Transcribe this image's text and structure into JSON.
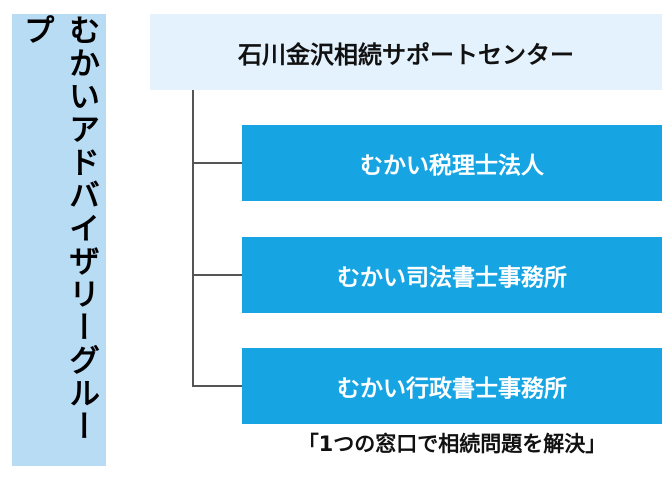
{
  "group": {
    "name": "むかいアドバイザリーグループ"
  },
  "center": {
    "name": "石川金沢相続サポートセンター"
  },
  "offices": [
    {
      "name": "むかい税理士法人"
    },
    {
      "name": "むかい司法書士事務所"
    },
    {
      "name": "むかい行政書士事務所"
    }
  ],
  "tagline": "「1つの窓口で相続問題を解決」",
  "colors": {
    "group_bg": "#b9dcf5",
    "center_bg": "#e3f2fc",
    "office_bg": "#16a4e3",
    "connector": "#555555"
  }
}
